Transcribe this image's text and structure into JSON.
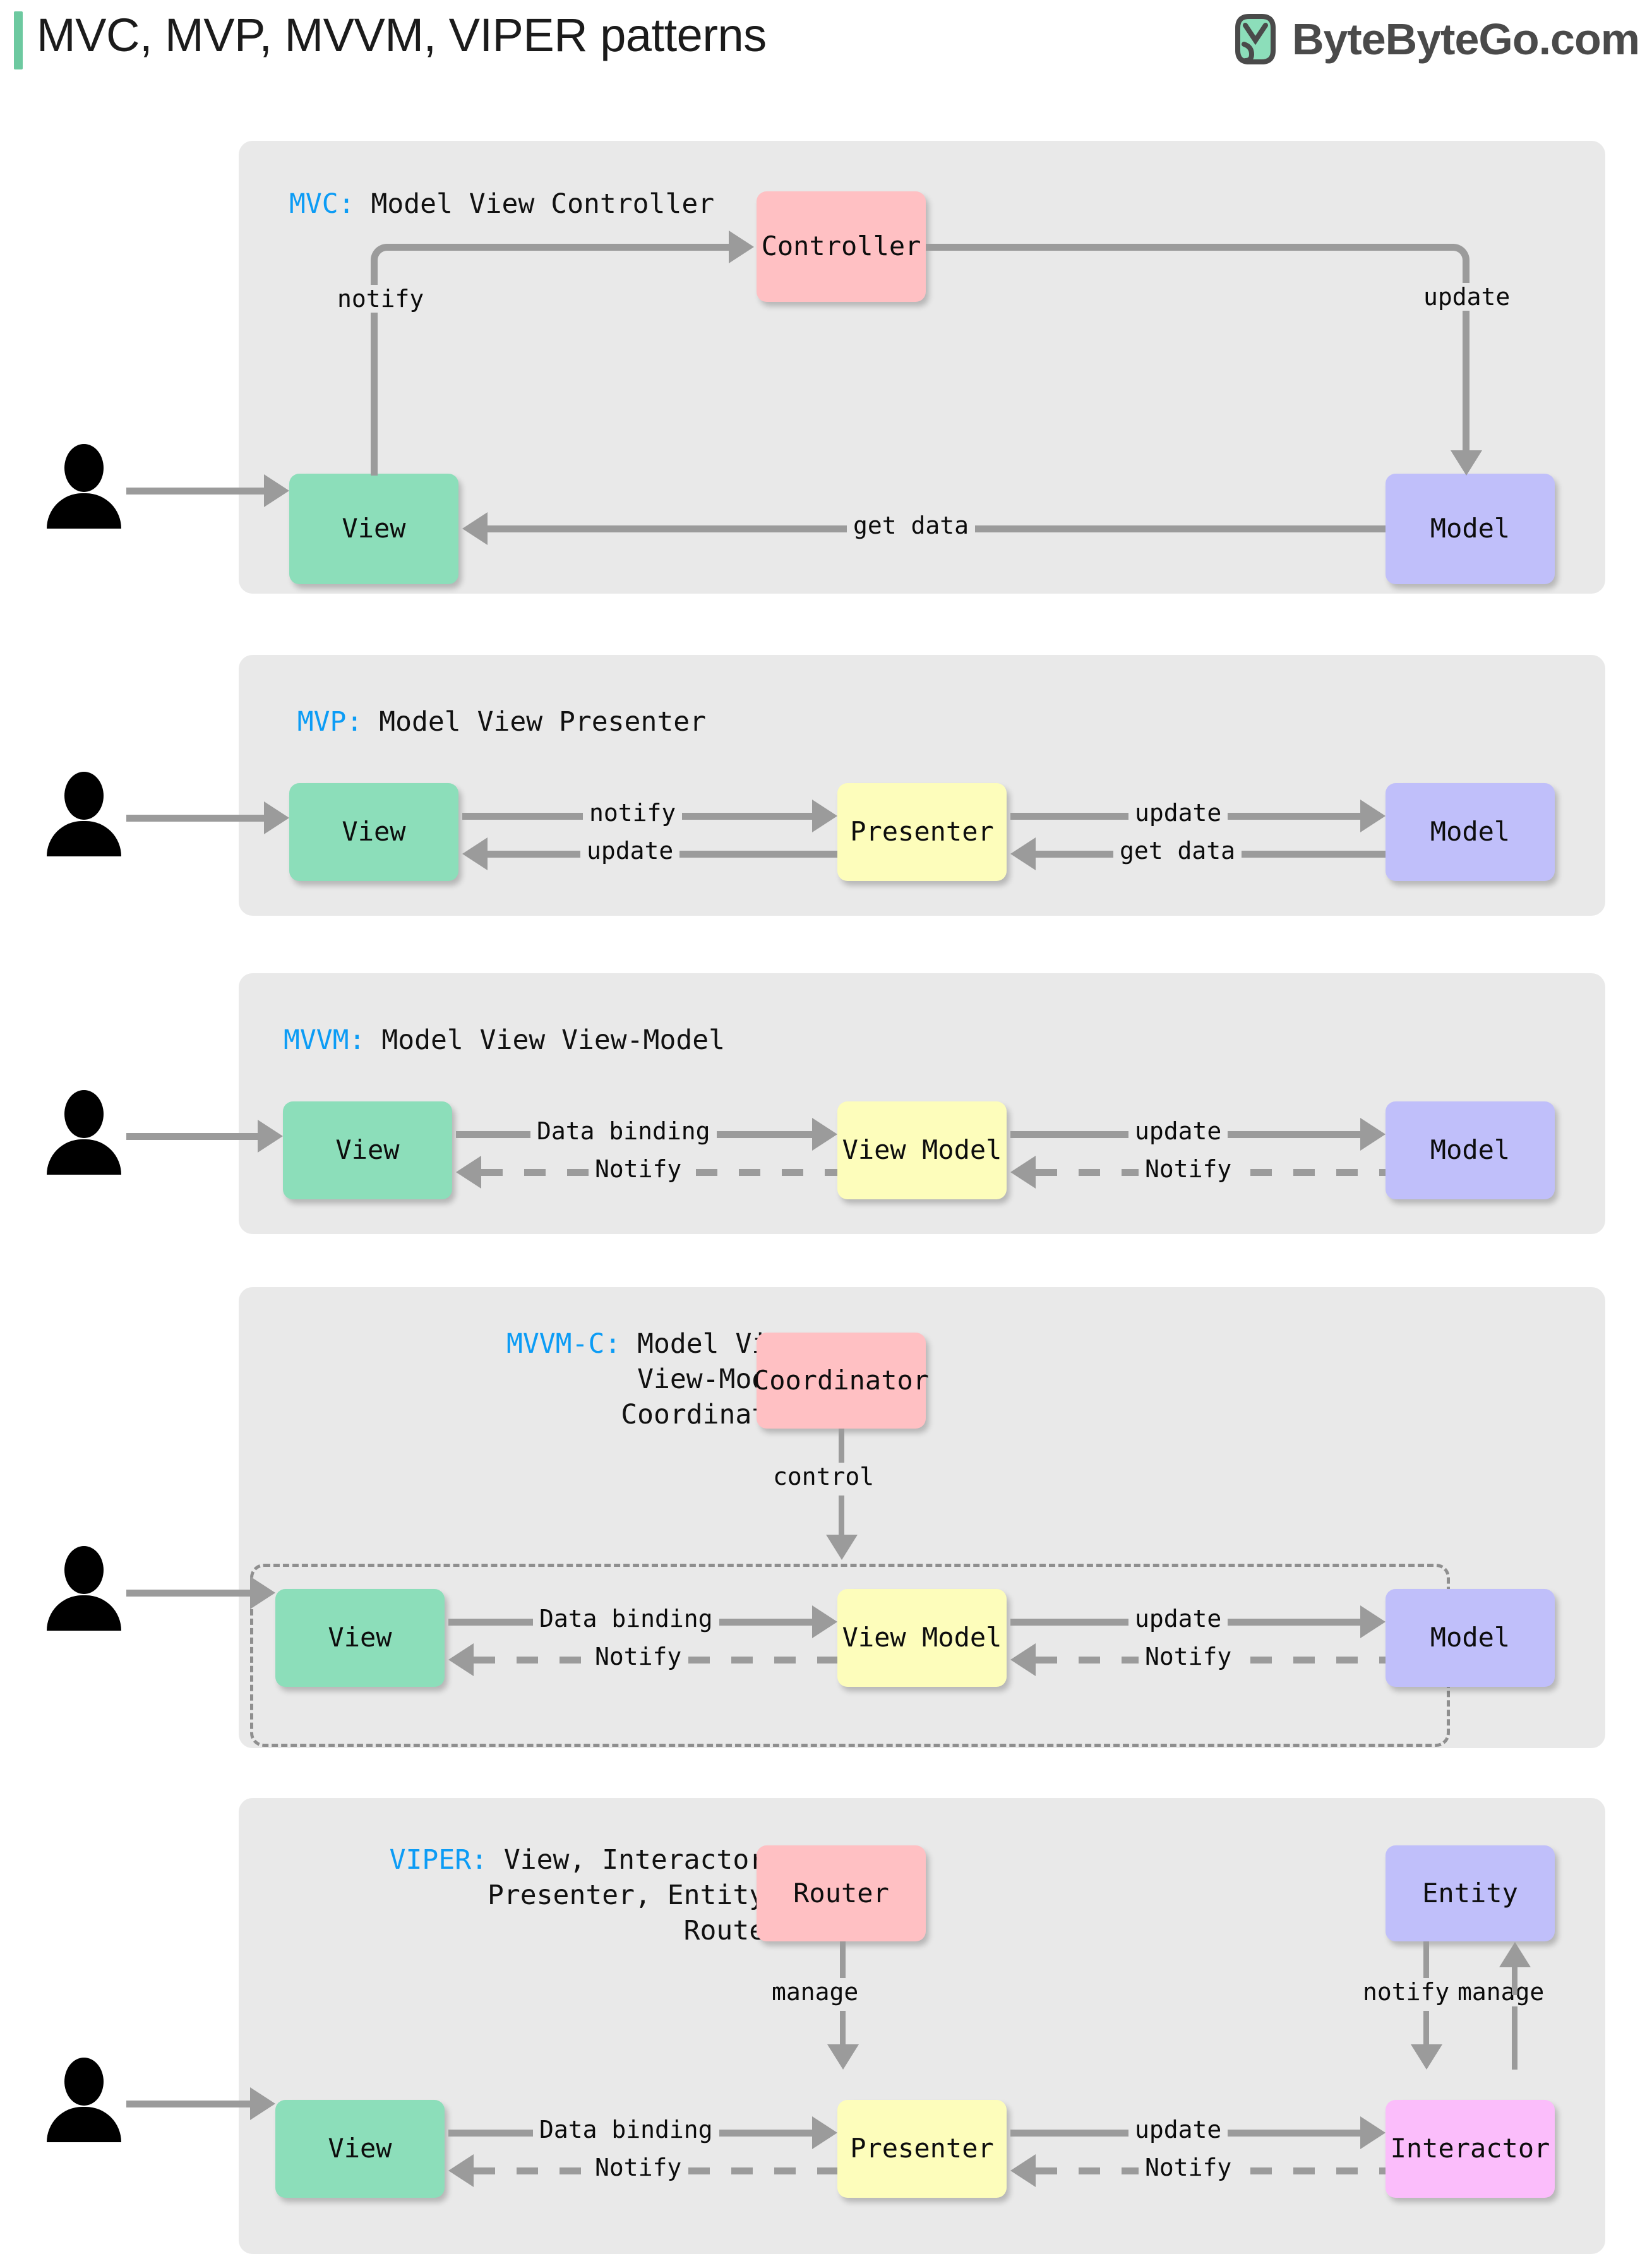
{
  "header": {
    "title": "MVC, MVP, MVVM, VIPER patterns",
    "brand": "ByteByteGo.com",
    "brand_icon": "bytebytego-logo-icon",
    "accent_color": "#6dc9a0"
  },
  "colors": {
    "panel_bg": "#e9e9e9",
    "accent_blue": "#0c9cf5",
    "view_green": "#8cdeba",
    "logic_yellow": "#fdfdbb",
    "model_purple": "#c0bffa",
    "controller_pink": "#ffc0c3",
    "interactor_magenta": "#fbbdfb",
    "connector_gray": "#9b9b9b"
  },
  "sections": [
    {
      "id": "mvc",
      "key": "MVC:",
      "title_lines": [
        "Model View Controller"
      ],
      "actor": "user-actor",
      "nodes": [
        {
          "id": "view",
          "label": "View",
          "color": "view_green"
        },
        {
          "id": "controller",
          "label": "Controller",
          "color": "controller_pink"
        },
        {
          "id": "model",
          "label": "Model",
          "color": "model_purple"
        }
      ],
      "edges": [
        {
          "from": "user",
          "to": "view",
          "label": "",
          "style": "solid"
        },
        {
          "from": "view",
          "to": "controller",
          "label": "notify",
          "style": "solid"
        },
        {
          "from": "controller",
          "to": "model",
          "label": "update",
          "style": "solid"
        },
        {
          "from": "model",
          "to": "view",
          "label": "get data",
          "style": "solid"
        }
      ]
    },
    {
      "id": "mvp",
      "key": "MVP:",
      "title_lines": [
        "Model View Presenter"
      ],
      "actor": "user-actor",
      "nodes": [
        {
          "id": "view",
          "label": "View",
          "color": "view_green"
        },
        {
          "id": "presenter",
          "label": "Presenter",
          "color": "logic_yellow"
        },
        {
          "id": "model",
          "label": "Model",
          "color": "model_purple"
        }
      ],
      "edges": [
        {
          "from": "user",
          "to": "view",
          "label": "",
          "style": "solid"
        },
        {
          "from": "view",
          "to": "presenter",
          "label": "notify",
          "style": "solid"
        },
        {
          "from": "presenter",
          "to": "model",
          "label": "update",
          "style": "solid"
        },
        {
          "from": "presenter",
          "to": "view",
          "label": "update",
          "style": "solid"
        },
        {
          "from": "model",
          "to": "presenter",
          "label": "get data",
          "style": "solid"
        }
      ]
    },
    {
      "id": "mvvm",
      "key": "MVVM:",
      "title_lines": [
        "Model View View-Model"
      ],
      "actor": "user-actor",
      "nodes": [
        {
          "id": "view",
          "label": "View",
          "color": "view_green"
        },
        {
          "id": "viewmodel",
          "label": "View Model",
          "color": "logic_yellow"
        },
        {
          "id": "model",
          "label": "Model",
          "color": "model_purple"
        }
      ],
      "edges": [
        {
          "from": "user",
          "to": "view",
          "label": "",
          "style": "solid"
        },
        {
          "from": "view",
          "to": "viewmodel",
          "label": "Data binding",
          "style": "solid"
        },
        {
          "from": "viewmodel",
          "to": "model",
          "label": "update",
          "style": "solid"
        },
        {
          "from": "viewmodel",
          "to": "view",
          "label": "Notify",
          "style": "dashed"
        },
        {
          "from": "model",
          "to": "viewmodel",
          "label": "Notify",
          "style": "dashed"
        }
      ]
    },
    {
      "id": "mvvmc",
      "key": "MVVM-C:",
      "title_lines": [
        "Model View",
        "View-Model",
        "Coordinator"
      ],
      "actor": "user-actor",
      "nodes": [
        {
          "id": "coordinator",
          "label": "Coordinator",
          "color": "controller_pink"
        },
        {
          "id": "view",
          "label": "View",
          "color": "view_green"
        },
        {
          "id": "viewmodel",
          "label": "View Model",
          "color": "logic_yellow"
        },
        {
          "id": "model",
          "label": "Model",
          "color": "model_purple"
        }
      ],
      "edges": [
        {
          "from": "user",
          "to": "view",
          "label": "",
          "style": "solid"
        },
        {
          "from": "coordinator",
          "to": "viewmodel",
          "label": "control",
          "style": "solid"
        },
        {
          "from": "view",
          "to": "viewmodel",
          "label": "Data binding",
          "style": "solid"
        },
        {
          "from": "viewmodel",
          "to": "model",
          "label": "update",
          "style": "solid"
        },
        {
          "from": "viewmodel",
          "to": "view",
          "label": "Notify",
          "style": "dashed"
        },
        {
          "from": "model",
          "to": "viewmodel",
          "label": "Notify",
          "style": "dashed"
        }
      ],
      "grouped": [
        "view",
        "viewmodel",
        "model"
      ]
    },
    {
      "id": "viper",
      "key": "VIPER:",
      "title_lines": [
        "View, Interactor,",
        "Presenter, Entity,",
        "Router"
      ],
      "actor": "user-actor",
      "nodes": [
        {
          "id": "router",
          "label": "Router",
          "color": "controller_pink"
        },
        {
          "id": "entity",
          "label": "Entity",
          "color": "model_purple"
        },
        {
          "id": "view",
          "label": "View",
          "color": "view_green"
        },
        {
          "id": "presenter",
          "label": "Presenter",
          "color": "logic_yellow"
        },
        {
          "id": "interactor",
          "label": "Interactor",
          "color": "interactor_magenta"
        }
      ],
      "edges": [
        {
          "from": "user",
          "to": "view",
          "label": "",
          "style": "solid"
        },
        {
          "from": "router",
          "to": "presenter",
          "label": "manage",
          "style": "solid"
        },
        {
          "from": "entity",
          "to": "interactor",
          "label": "notify",
          "style": "solid"
        },
        {
          "from": "interactor",
          "to": "entity",
          "label": "manage",
          "style": "solid"
        },
        {
          "from": "view",
          "to": "presenter",
          "label": "Data binding",
          "style": "solid"
        },
        {
          "from": "presenter",
          "to": "interactor",
          "label": "update",
          "style": "solid"
        },
        {
          "from": "presenter",
          "to": "view",
          "label": "Notify",
          "style": "dashed"
        },
        {
          "from": "interactor",
          "to": "presenter",
          "label": "Notify",
          "style": "dashed"
        }
      ]
    }
  ],
  "labels": {
    "notify": "notify",
    "update": "update",
    "get_data": "get data",
    "data_binding": "Data binding",
    "notify_cap": "Notify",
    "control": "control",
    "manage": "manage"
  },
  "node_labels": {
    "view": "View",
    "controller": "Controller",
    "model": "Model",
    "presenter": "Presenter",
    "viewmodel": "View Model",
    "coordinator": "Coordinator",
    "router": "Router",
    "entity": "Entity",
    "interactor": "Interactor"
  }
}
